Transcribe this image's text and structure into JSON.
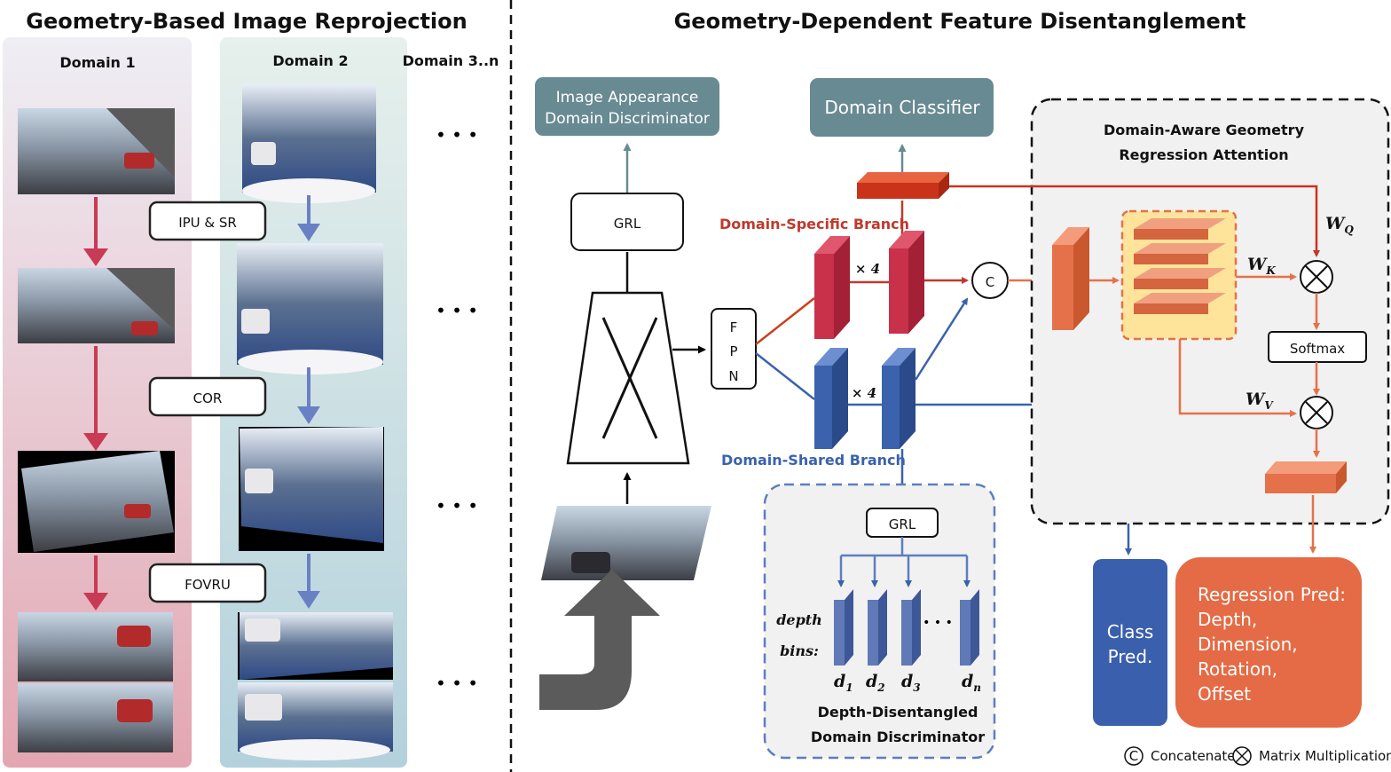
{
  "left": {
    "title": "Geometry-Based Image Reprojection",
    "domain1_label": "Domain 1",
    "domain2_label": "Domain 2",
    "domain3_label": "Domain 3..n",
    "step1": "IPU & SR",
    "step2": "COR",
    "step3": "FOVRU",
    "ellipsis": "• • •"
  },
  "right": {
    "title": "Geometry-Dependent Feature Disentanglement",
    "appearance_disc_line1": "Image Appearance",
    "appearance_disc_line2": "Domain Discriminator",
    "grl_top": "GRL",
    "fpn_f": "F",
    "fpn_p": "P",
    "fpn_n": "N",
    "domain_classifier": "Domain Classifier",
    "specific_branch": "Domain-Specific Branch",
    "shared_branch": "Domain-Shared Branch",
    "times4_top": "× 4",
    "times4_bottom": "× 4",
    "concat_symbol": "C",
    "attention_title_line1": "Domain-Aware Geometry",
    "attention_title_line2": "Regression Attention",
    "wq": "W",
    "wq_sub": "Q",
    "wk": "W",
    "wk_sub": "K",
    "wv": "W",
    "wv_sub": "V",
    "softmax": "Softmax",
    "grl_bottom": "GRL",
    "depth_label": "depth",
    "bins_label": "bins:",
    "bins_ellipsis": "• • •",
    "d1": "d",
    "d1_sub": "1",
    "d2": "d",
    "d2_sub": "2",
    "d3": "d",
    "d3_sub": "3",
    "dn": "d",
    "dn_sub": "n",
    "depth_disc_line1": "Depth-Disentangled",
    "depth_disc_line2": "Domain Discriminator",
    "class_pred_line1": "Class",
    "class_pred_line2": "Pred.",
    "reg_pred_lines": [
      "Regression Pred:",
      "Depth,",
      "Dimension,",
      "Rotation,",
      "Offset"
    ],
    "legend_concat_symbol": "C",
    "legend_concat": "Concatenate",
    "legend_matmul": "Matrix Multiplication"
  },
  "colors": {
    "red_branch": "#c0392b",
    "blue_branch": "#3a62ad",
    "orange": "#e5714a",
    "teal_box": "#688a92"
  }
}
